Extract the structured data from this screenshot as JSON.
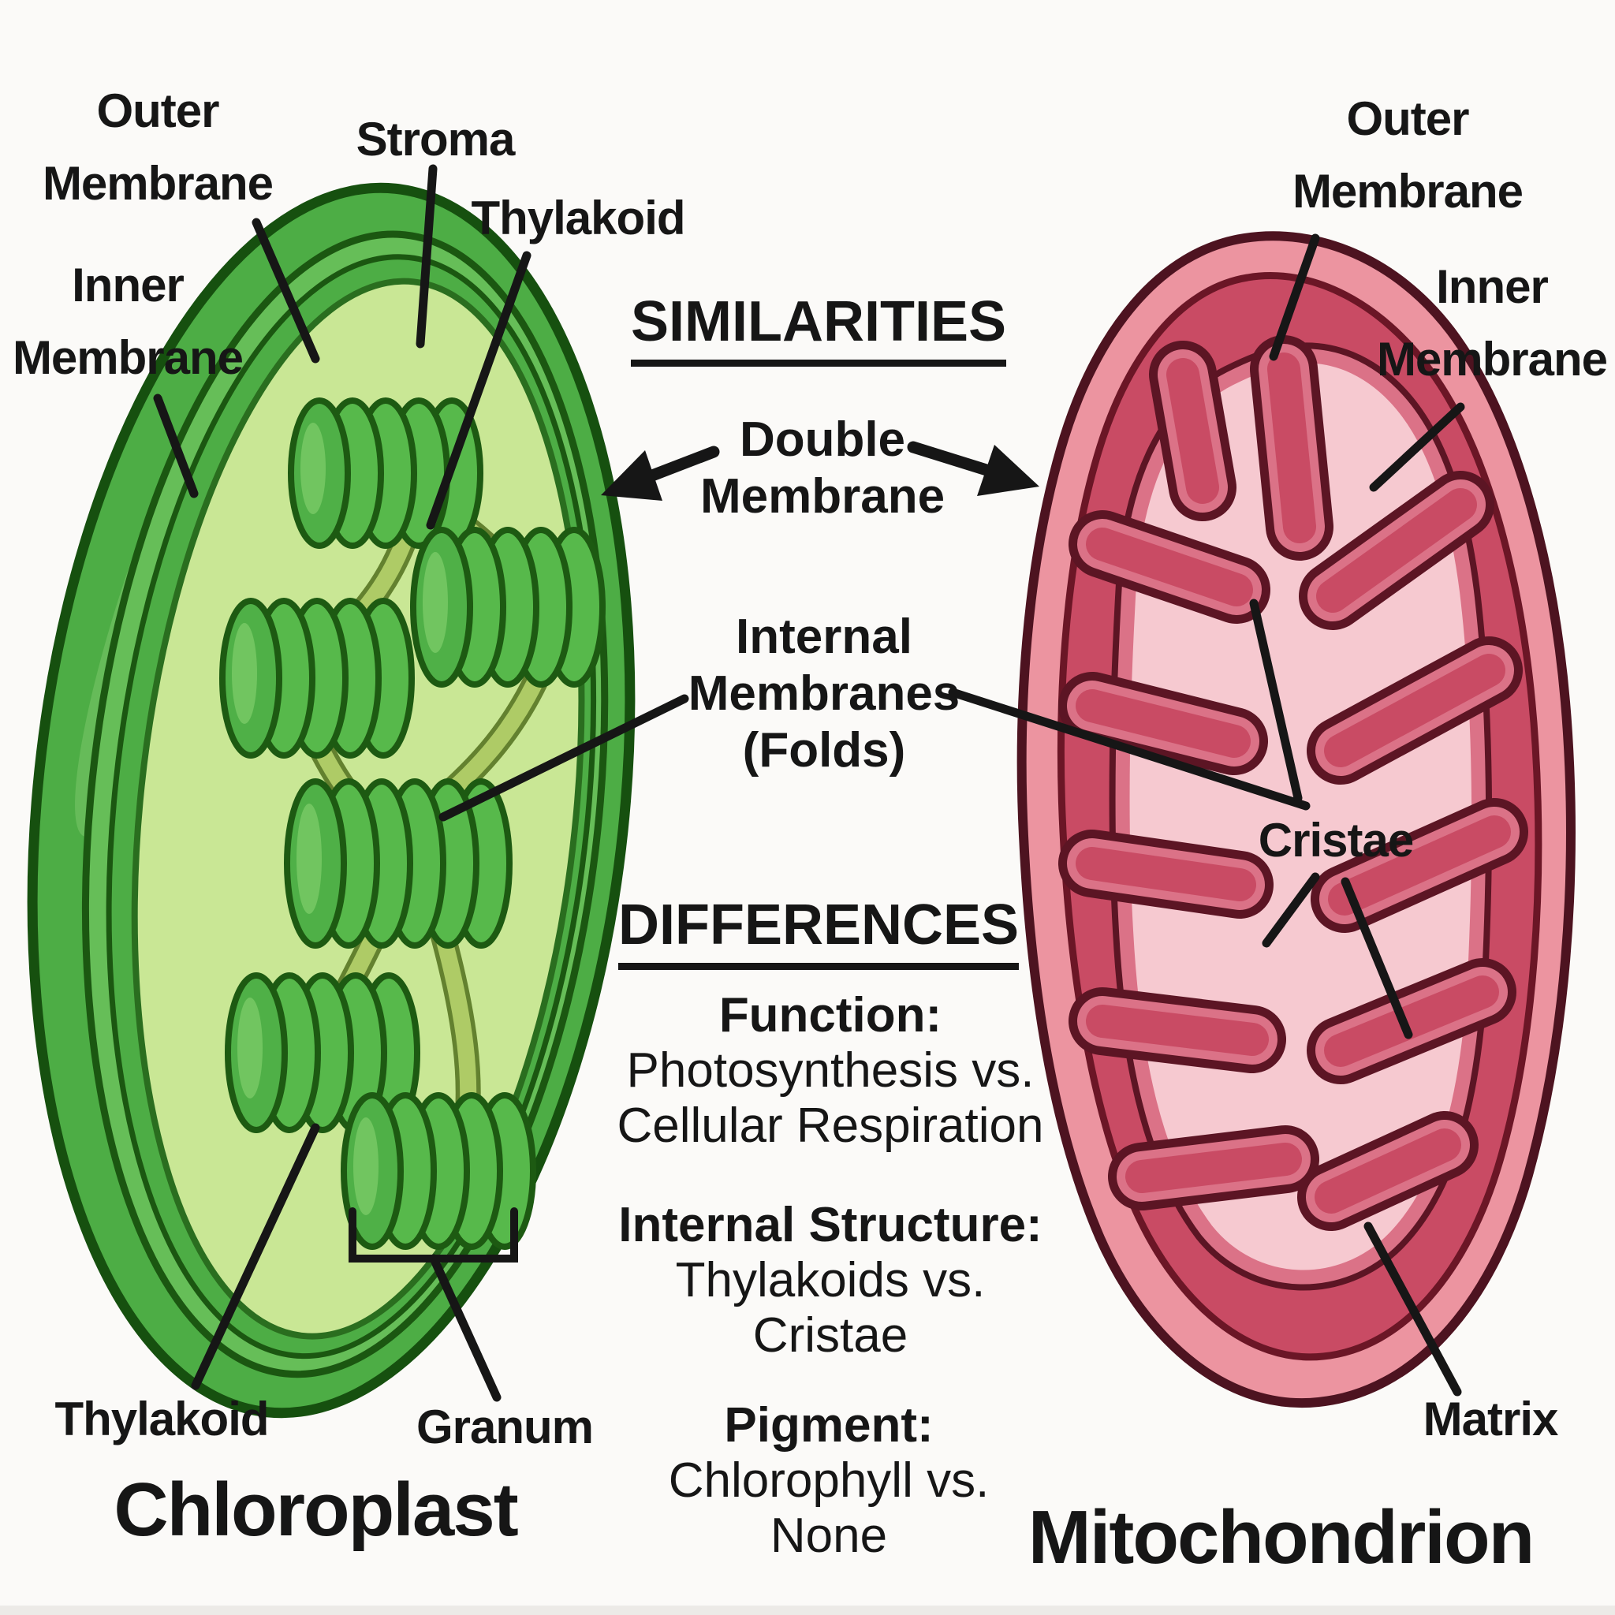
{
  "similarities": {
    "heading": "SIMILARITIES",
    "double_membrane": [
      "Double",
      "Membrane"
    ],
    "internal_membranes": [
      "Internal",
      "Membranes",
      "(Folds)"
    ]
  },
  "differences": {
    "heading": "DIFFERENCES",
    "function": {
      "label": "Function:",
      "line1": "Photosynthesis vs.",
      "line2": "Cellular Respiration"
    },
    "internal_structure": {
      "label": "Internal Structure:",
      "line1": "Thylakoids vs.",
      "line2": "Cristae"
    },
    "pigment": {
      "label": "Pigment:",
      "line1": "Chlorophyll vs.",
      "line2": "None"
    }
  },
  "chloroplast": {
    "title": "Chloroplast",
    "labels": {
      "outer_membrane": [
        "Outer",
        "Membrane"
      ],
      "inner_membrane": [
        "Inner",
        "Membrane"
      ],
      "stroma": "Stroma",
      "thylakoid_top": "Thylakoid",
      "thylakoid_bottom": "Thylakoid",
      "granum": "Granum"
    },
    "colors": {
      "outline": "#16500f",
      "body": "#4dad45",
      "band_light": "#66be58",
      "band_mid": "#4dad45",
      "stroma": "#c9e795",
      "disc": "#57b94b",
      "disc_face": "#4fb047",
      "disc_outline": "#1d5a12",
      "disc_highlight": "#79cb66",
      "lamella": "#aecb66",
      "lamella_edge": "#63812f",
      "highlight": "#7fca6d"
    }
  },
  "mitochondrion": {
    "title": "Mitochondrion",
    "labels": {
      "outer_membrane": [
        "Outer",
        "Membrane"
      ],
      "inner_membrane": [
        "Inner",
        "Membrane"
      ],
      "cristae": "Cristae",
      "matrix": "Matrix"
    },
    "colors": {
      "outline": "#4d1320",
      "rim": "#ec94a0",
      "inner": "#c94b64",
      "inner_outline": "#6b1626",
      "fringe": "#db7287",
      "matrix": "#f6c9d0",
      "matrix_outline": "#5c1524"
    }
  },
  "annotation": {
    "ink": "#161616"
  }
}
